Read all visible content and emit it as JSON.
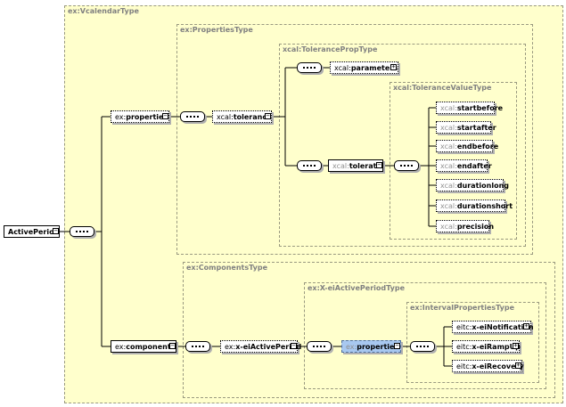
{
  "regions": {
    "vcalendar": "ex:VcalendarType",
    "properties": "ex:PropertiesType",
    "toleranceProp": "xcal:TolerancePropType",
    "toleranceValue": "xcal:ToleranceValueType",
    "components": "ex:ComponentsType",
    "activePeriodType": "ex:X-eiActivePeriodType",
    "intervalProps": "ex:IntervalPropertiesType"
  },
  "nodes": {
    "activePeriod": "ActivePeriod",
    "exProperties": {
      "prefix": "ex:",
      "name": "properties"
    },
    "tolerance": {
      "prefix": "xcal:",
      "name": "tolerance"
    },
    "parameters": {
      "prefix": "xcal:",
      "name": "parameters"
    },
    "tolerate": {
      "prefix": "xcal:",
      "name": "tolerate"
    },
    "startbefore": {
      "prefix": "xcal:",
      "name": "startbefore"
    },
    "startafter": {
      "prefix": "xcal:",
      "name": "startafter"
    },
    "endbefore": {
      "prefix": "xcal:",
      "name": "endbefore"
    },
    "endafter": {
      "prefix": "xcal:",
      "name": "endafter"
    },
    "durationlong": {
      "prefix": "xcal:",
      "name": "durationlong"
    },
    "durationshort": {
      "prefix": "xcal:",
      "name": "durationshort"
    },
    "precision": {
      "prefix": "xcal:",
      "name": "precision"
    },
    "components": {
      "prefix": "ex:",
      "name": "components"
    },
    "xeiActivePeriod": {
      "prefix": "ex:",
      "name": "x-eiActivePeriod"
    },
    "innerProperties": {
      "prefix": "ex:",
      "name": "properties"
    },
    "xeiNotification": {
      "prefix": "eitc:",
      "name": "x-eiNotification"
    },
    "xeiRampUp": {
      "prefix": "eitc:",
      "name": "x-eiRampUp"
    },
    "xeiRecovery": {
      "prefix": "eitc:",
      "name": "x-eiRecovery"
    }
  },
  "toggles": {
    "collapse": "−",
    "expand": "+"
  }
}
